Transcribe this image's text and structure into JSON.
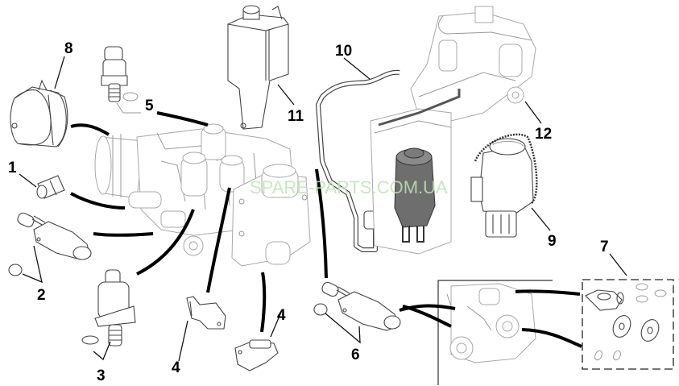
{
  "diagram": {
    "type": "exploded parts illustration",
    "callouts": [
      "1",
      "2",
      "3",
      "4",
      "4",
      "4",
      "5",
      "6",
      "7",
      "8",
      "9",
      "10",
      "11",
      "12"
    ],
    "watermark": "SPARE-PARTS.COM.UA"
  },
  "colors": {
    "line": "#444444",
    "faint_line": "#a8a8a8",
    "pointer": "#000000",
    "dark_part": "#6e6e6e",
    "watermark": "#cfe9c8"
  }
}
